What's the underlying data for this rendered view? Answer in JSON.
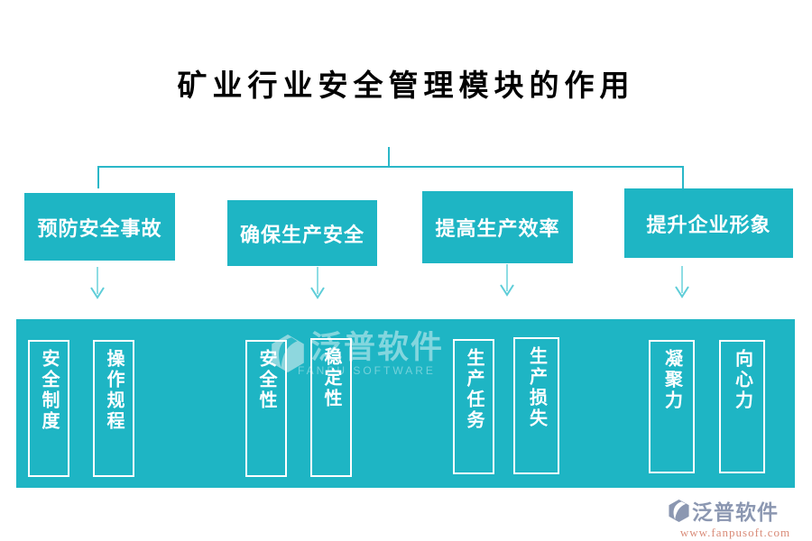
{
  "title": "矿业行业安全管理模块的作用",
  "colors": {
    "teal": "#1eb5c4",
    "connector_line": "#2ab7c8",
    "arrow_stem": "#8edde4",
    "arrow_head": "#5ecdd8",
    "box_text": "#ffffff",
    "watermark_text": "rgba(255,255,255,0.45)",
    "logo_text": "#8b97b1",
    "logo_url_text": "#d98b78"
  },
  "diagram": {
    "branches": [
      {
        "label": "预防安全事故",
        "children": [
          "安全制度",
          "操作规程"
        ]
      },
      {
        "label": "确保生产安全",
        "children": [
          "安全性",
          "稳定性"
        ]
      },
      {
        "label": "提高生产效率",
        "children": [
          "生产任务",
          "生产损失"
        ]
      },
      {
        "label": "提升企业形象",
        "children": [
          "凝聚力",
          "向心力"
        ]
      }
    ]
  },
  "watermark": {
    "name": "泛普软件",
    "subname": "FANPU SOFTWARE"
  },
  "footer_logo": {
    "name": "泛普软件",
    "url": "www.fanpusoft.com"
  }
}
